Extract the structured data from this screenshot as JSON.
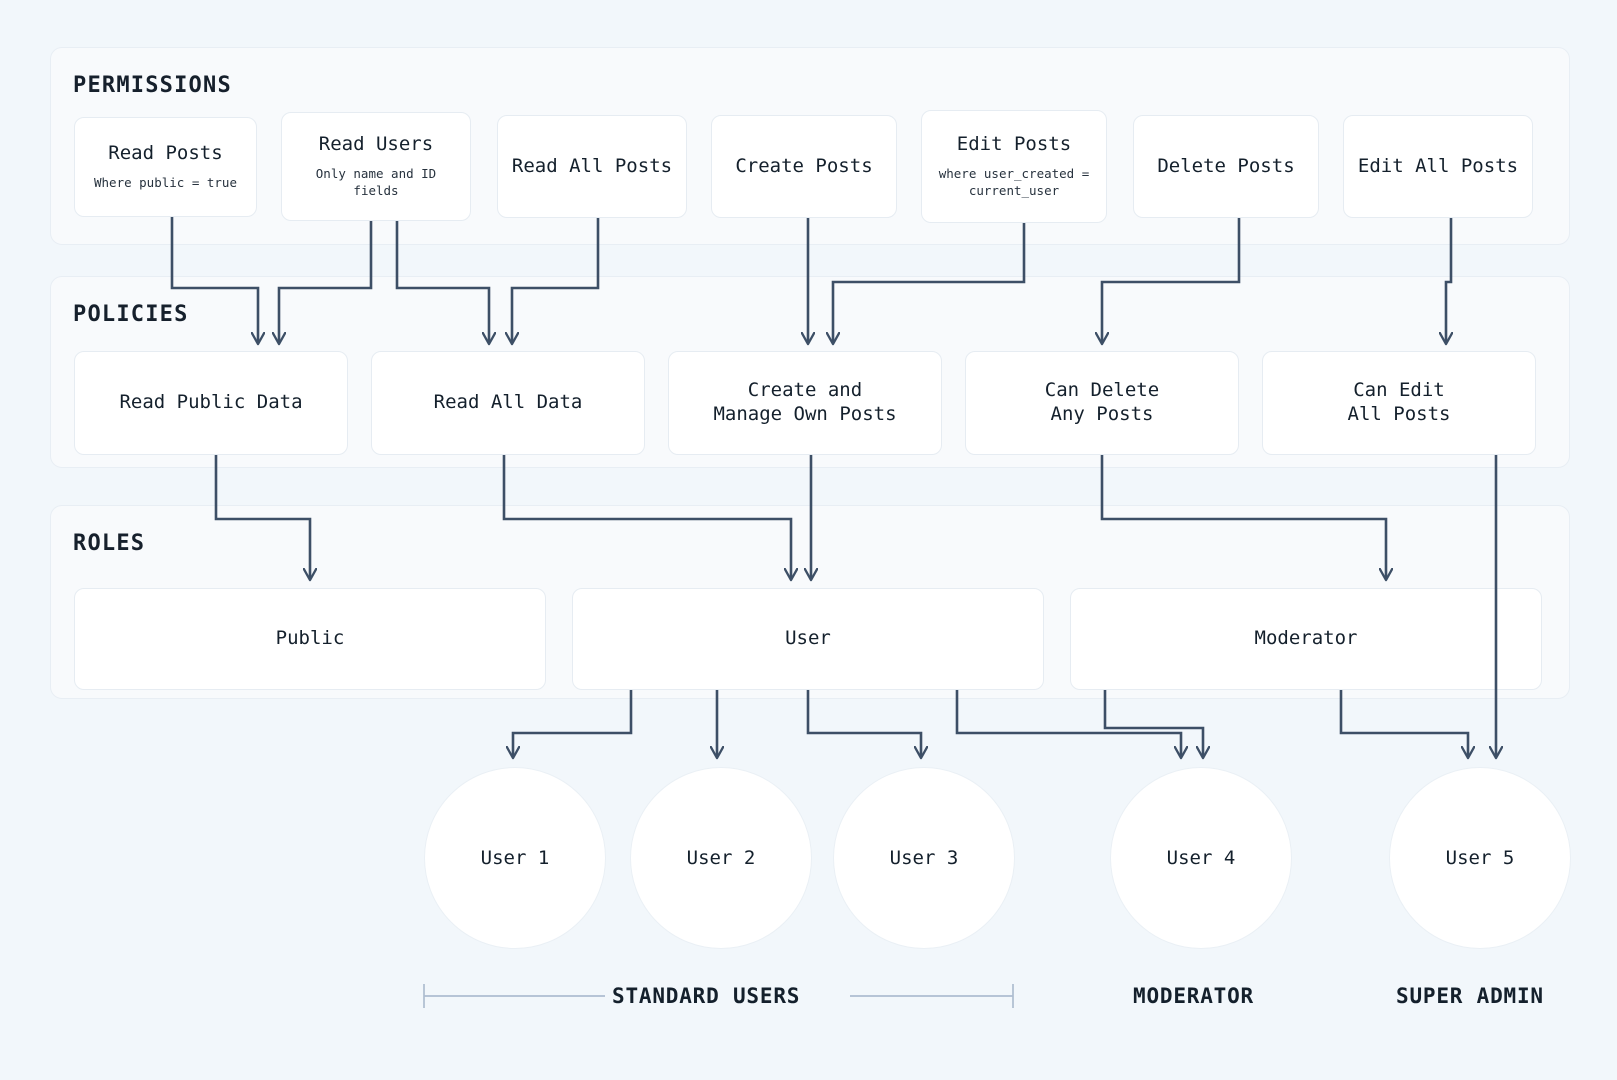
{
  "theme": {
    "page_bg": "#f2f7fb",
    "band_bg": "#f8fafc",
    "band_border": "#e8eef4",
    "card_bg": "#ffffff",
    "card_border": "#e6ecf2",
    "connector": "#3d4f66",
    "bracket": "#aebdd0",
    "text": "#14202c"
  },
  "sections": [
    {
      "id": "permissions",
      "title": "PERMISSIONS"
    },
    {
      "id": "policies",
      "title": "POLICIES"
    },
    {
      "id": "roles",
      "title": "ROLES"
    }
  ],
  "permissions": [
    {
      "title": "Read Posts",
      "sub": "Where public = true"
    },
    {
      "title": "Read Users",
      "sub": "Only name and ID fields"
    },
    {
      "title": "Read All Posts",
      "sub": ""
    },
    {
      "title": "Create Posts",
      "sub": ""
    },
    {
      "title": "Edit Posts",
      "sub": "where user_created =\ncurrent_user"
    },
    {
      "title": "Delete Posts",
      "sub": ""
    },
    {
      "title": "Edit All Posts",
      "sub": ""
    }
  ],
  "policies": [
    {
      "title": "Read Public Data"
    },
    {
      "title": "Read All Data"
    },
    {
      "title": "Create and\nManage Own Posts"
    },
    {
      "title": "Can Delete\nAny Posts"
    },
    {
      "title": "Can Edit\nAll Posts"
    }
  ],
  "roles": [
    {
      "title": "Public"
    },
    {
      "title": "User"
    },
    {
      "title": "Moderator"
    }
  ],
  "users": [
    {
      "label": "User 1"
    },
    {
      "label": "User 2"
    },
    {
      "label": "User 3"
    },
    {
      "label": "User 4"
    },
    {
      "label": "User 5"
    }
  ],
  "group_labels": [
    {
      "label": "STANDARD USERS"
    },
    {
      "label": "MODERATOR"
    },
    {
      "label": "SUPER ADMIN"
    }
  ]
}
